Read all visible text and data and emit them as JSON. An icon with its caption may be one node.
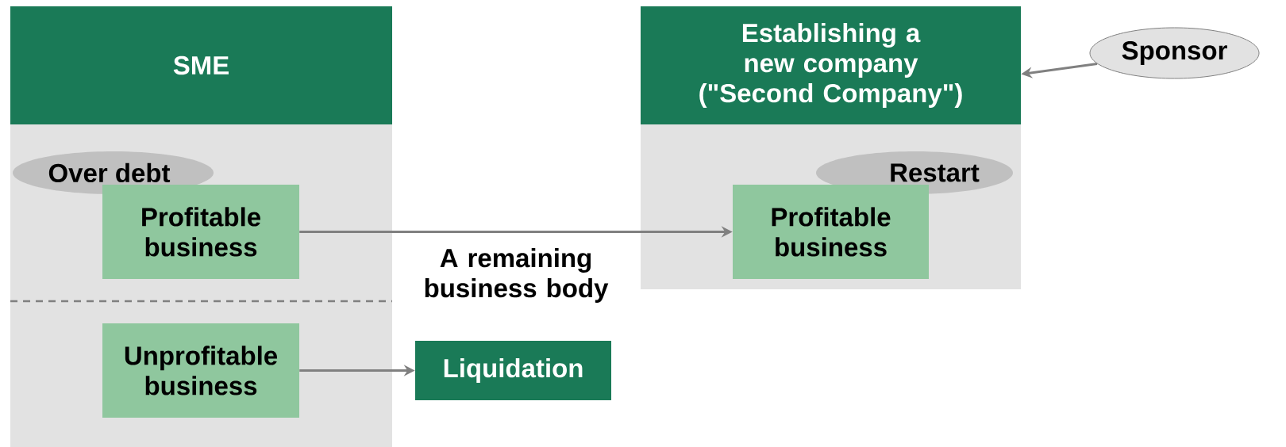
{
  "diagram": {
    "nodes": [
      {
        "text": [
          "SME"
        ]
      },
      {
        "text": [
          "Establishing a new company (\"Second Company\")"
        ]
      },
      {
        "text": [
          "Over debt"
        ],
        "in": 0
      },
      {
        "text": [
          "Profitable business"
        ],
        "in": 0
      },
      {
        "text": [
          "Unprofitable business"
        ],
        "in": 0
      },
      {
        "text": [
          "Liquidation"
        ]
      },
      {
        "text": [
          "Restart"
        ],
        "in": 1
      },
      {
        "text": [
          "Profitable business"
        ],
        "in": 1
      },
      {
        "text": [
          "Sponsor"
        ]
      }
    ],
    "edges": [
      {
        "from": 3,
        "to": 7,
        "arrow": "to",
        "label": "A remaining business body"
      },
      {
        "from": 4,
        "to": 5,
        "arrow": "to"
      },
      {
        "from": 8,
        "to": 1,
        "arrow": "to"
      }
    ]
  }
}
